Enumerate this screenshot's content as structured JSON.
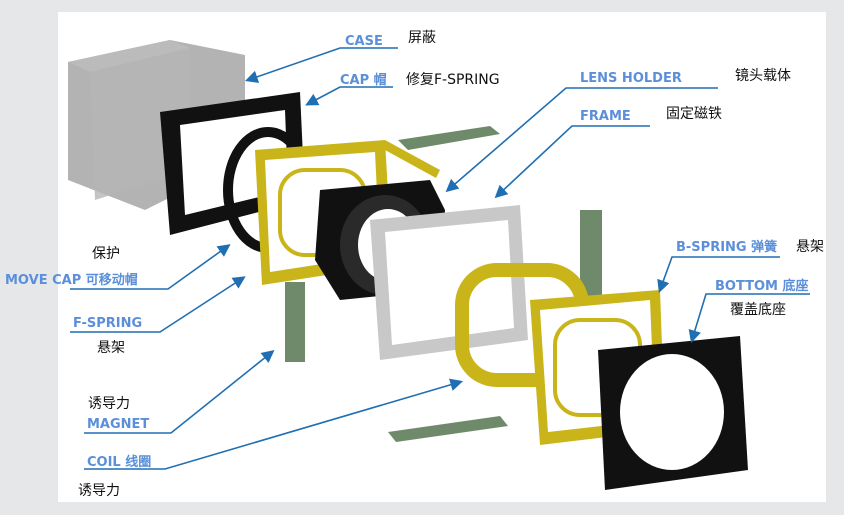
{
  "labels": {
    "case": {
      "en": "CASE",
      "cn": "屏蔽"
    },
    "cap": {
      "en": "CAP 帽",
      "cn": "修复F-SPRING"
    },
    "lens_holder": {
      "en": "LENS HOLDER",
      "cn": "镜头载体"
    },
    "frame": {
      "en": "FRAME",
      "cn": "固定磁铁"
    },
    "b_spring": {
      "en": "B-SPRING 弹簧",
      "cn": "悬架"
    },
    "bottom": {
      "en": "BOTTOM 底座",
      "cn": "覆盖底座"
    },
    "move_cap": {
      "en": "MOVE CAP 可移动帽",
      "cn": "保护"
    },
    "f_spring": {
      "en": "F-SPRING",
      "cn": "悬架"
    },
    "magnet": {
      "en": "MAGNET",
      "cn": "诱导力"
    },
    "coil": {
      "en": "COIL 线圈",
      "cn": "诱导力"
    }
  },
  "colors": {
    "label": "#5b8fd9",
    "leader": "#1f6fb2",
    "spring": "#c9b51a",
    "magnet": "#6f8a6a",
    "frame": "#d0d0d0",
    "black_part": "#111111"
  }
}
